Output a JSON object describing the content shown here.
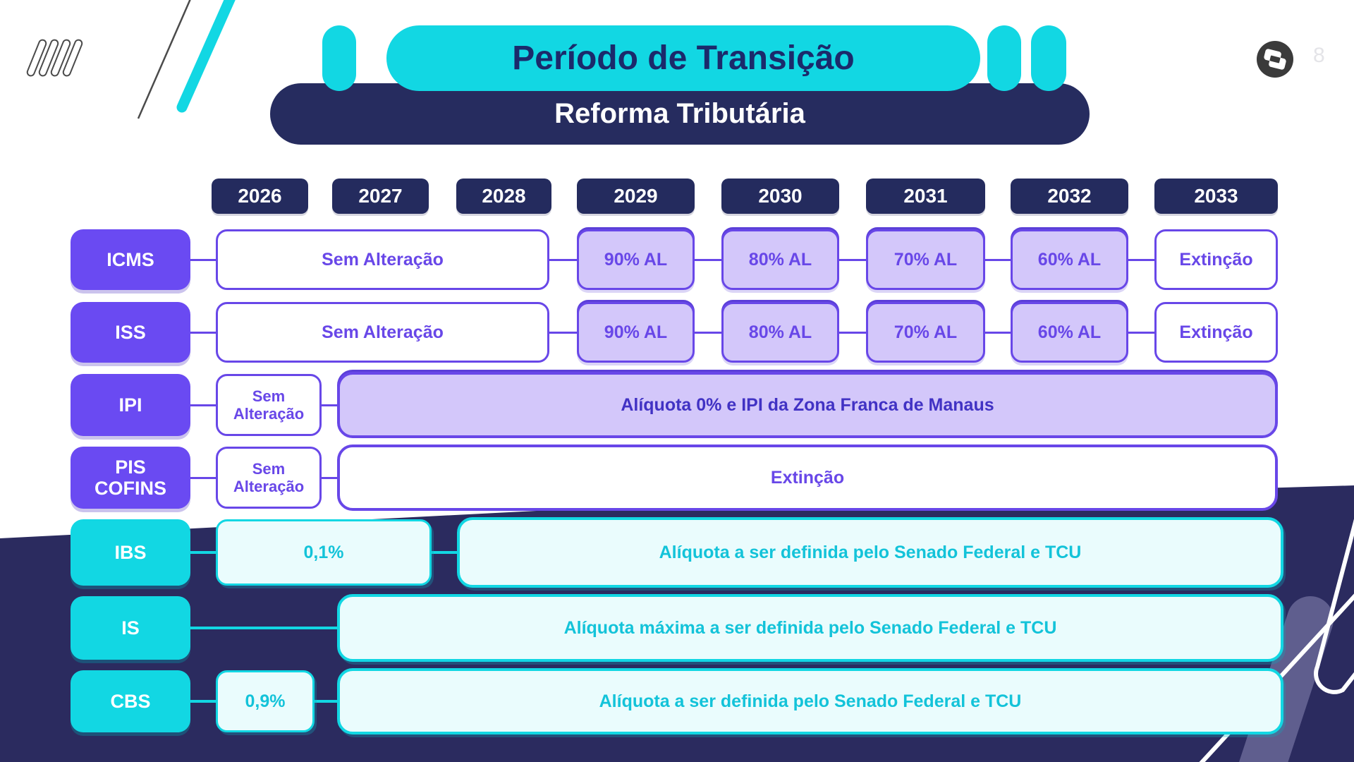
{
  "slide": {
    "title": "Período de Transição",
    "subtitle": "Reforma Tributária",
    "page_number": "8"
  },
  "colors": {
    "cyan": "#12d7e3",
    "light_cyan_fill": "#eafcfd",
    "cyan_text": "#13c3d9",
    "purple": "#6a4af2",
    "purple_border": "#6847e8",
    "light_purple_fill": "#d3c7fa",
    "navy": "#242b5e",
    "navy_background": "#2b2b5f",
    "title_text": "#1b2a6b"
  },
  "icons": {
    "logo": "totvs-logo-icon"
  },
  "timeline": {
    "years": [
      "2026",
      "2027",
      "2028",
      "2029",
      "2030",
      "2031",
      "2032",
      "2033"
    ],
    "rows": [
      {
        "label": "ICMS",
        "theme": "purple",
        "segments": [
          {
            "text": "Sem Alteração",
            "variant": "outline"
          },
          {
            "text": "90% AL",
            "variant": "fill"
          },
          {
            "text": "80% AL",
            "variant": "fill"
          },
          {
            "text": "70% AL",
            "variant": "fill"
          },
          {
            "text": "60% AL",
            "variant": "fill"
          },
          {
            "text": "Extinção",
            "variant": "outline"
          }
        ]
      },
      {
        "label": "ISS",
        "theme": "purple",
        "segments": [
          {
            "text": "Sem Alteração",
            "variant": "outline"
          },
          {
            "text": "90% AL",
            "variant": "fill"
          },
          {
            "text": "80% AL",
            "variant": "fill"
          },
          {
            "text": "70% AL",
            "variant": "fill"
          },
          {
            "text": "60% AL",
            "variant": "fill"
          },
          {
            "text": "Extinção",
            "variant": "outline"
          }
        ]
      },
      {
        "label": "IPI",
        "theme": "purple",
        "segments": [
          {
            "text": "Sem Alteração",
            "variant": "outline"
          },
          {
            "text": "Alíquota 0% e IPI da Zona Franca de Manaus",
            "variant": "fill"
          }
        ]
      },
      {
        "label": "PIS COFINS",
        "theme": "purple",
        "segments": [
          {
            "text": "Sem Alteração",
            "variant": "outline"
          },
          {
            "text": "Extinção",
            "variant": "outline"
          }
        ]
      },
      {
        "label": "IBS",
        "theme": "cyan",
        "segments": [
          {
            "text": "0,1%",
            "variant": "light"
          },
          {
            "text": "Alíquota a ser definida pelo Senado Federal e TCU",
            "variant": "light"
          }
        ]
      },
      {
        "label": "IS",
        "theme": "cyan",
        "segments": [
          {
            "text": "Alíquota máxima a ser definida pelo Senado Federal e TCU",
            "variant": "light"
          }
        ]
      },
      {
        "label": "CBS",
        "theme": "cyan",
        "segments": [
          {
            "text": "0,9%",
            "variant": "light"
          },
          {
            "text": "Alíquota a ser definida pelo Senado Federal e TCU",
            "variant": "light"
          }
        ]
      }
    ]
  }
}
